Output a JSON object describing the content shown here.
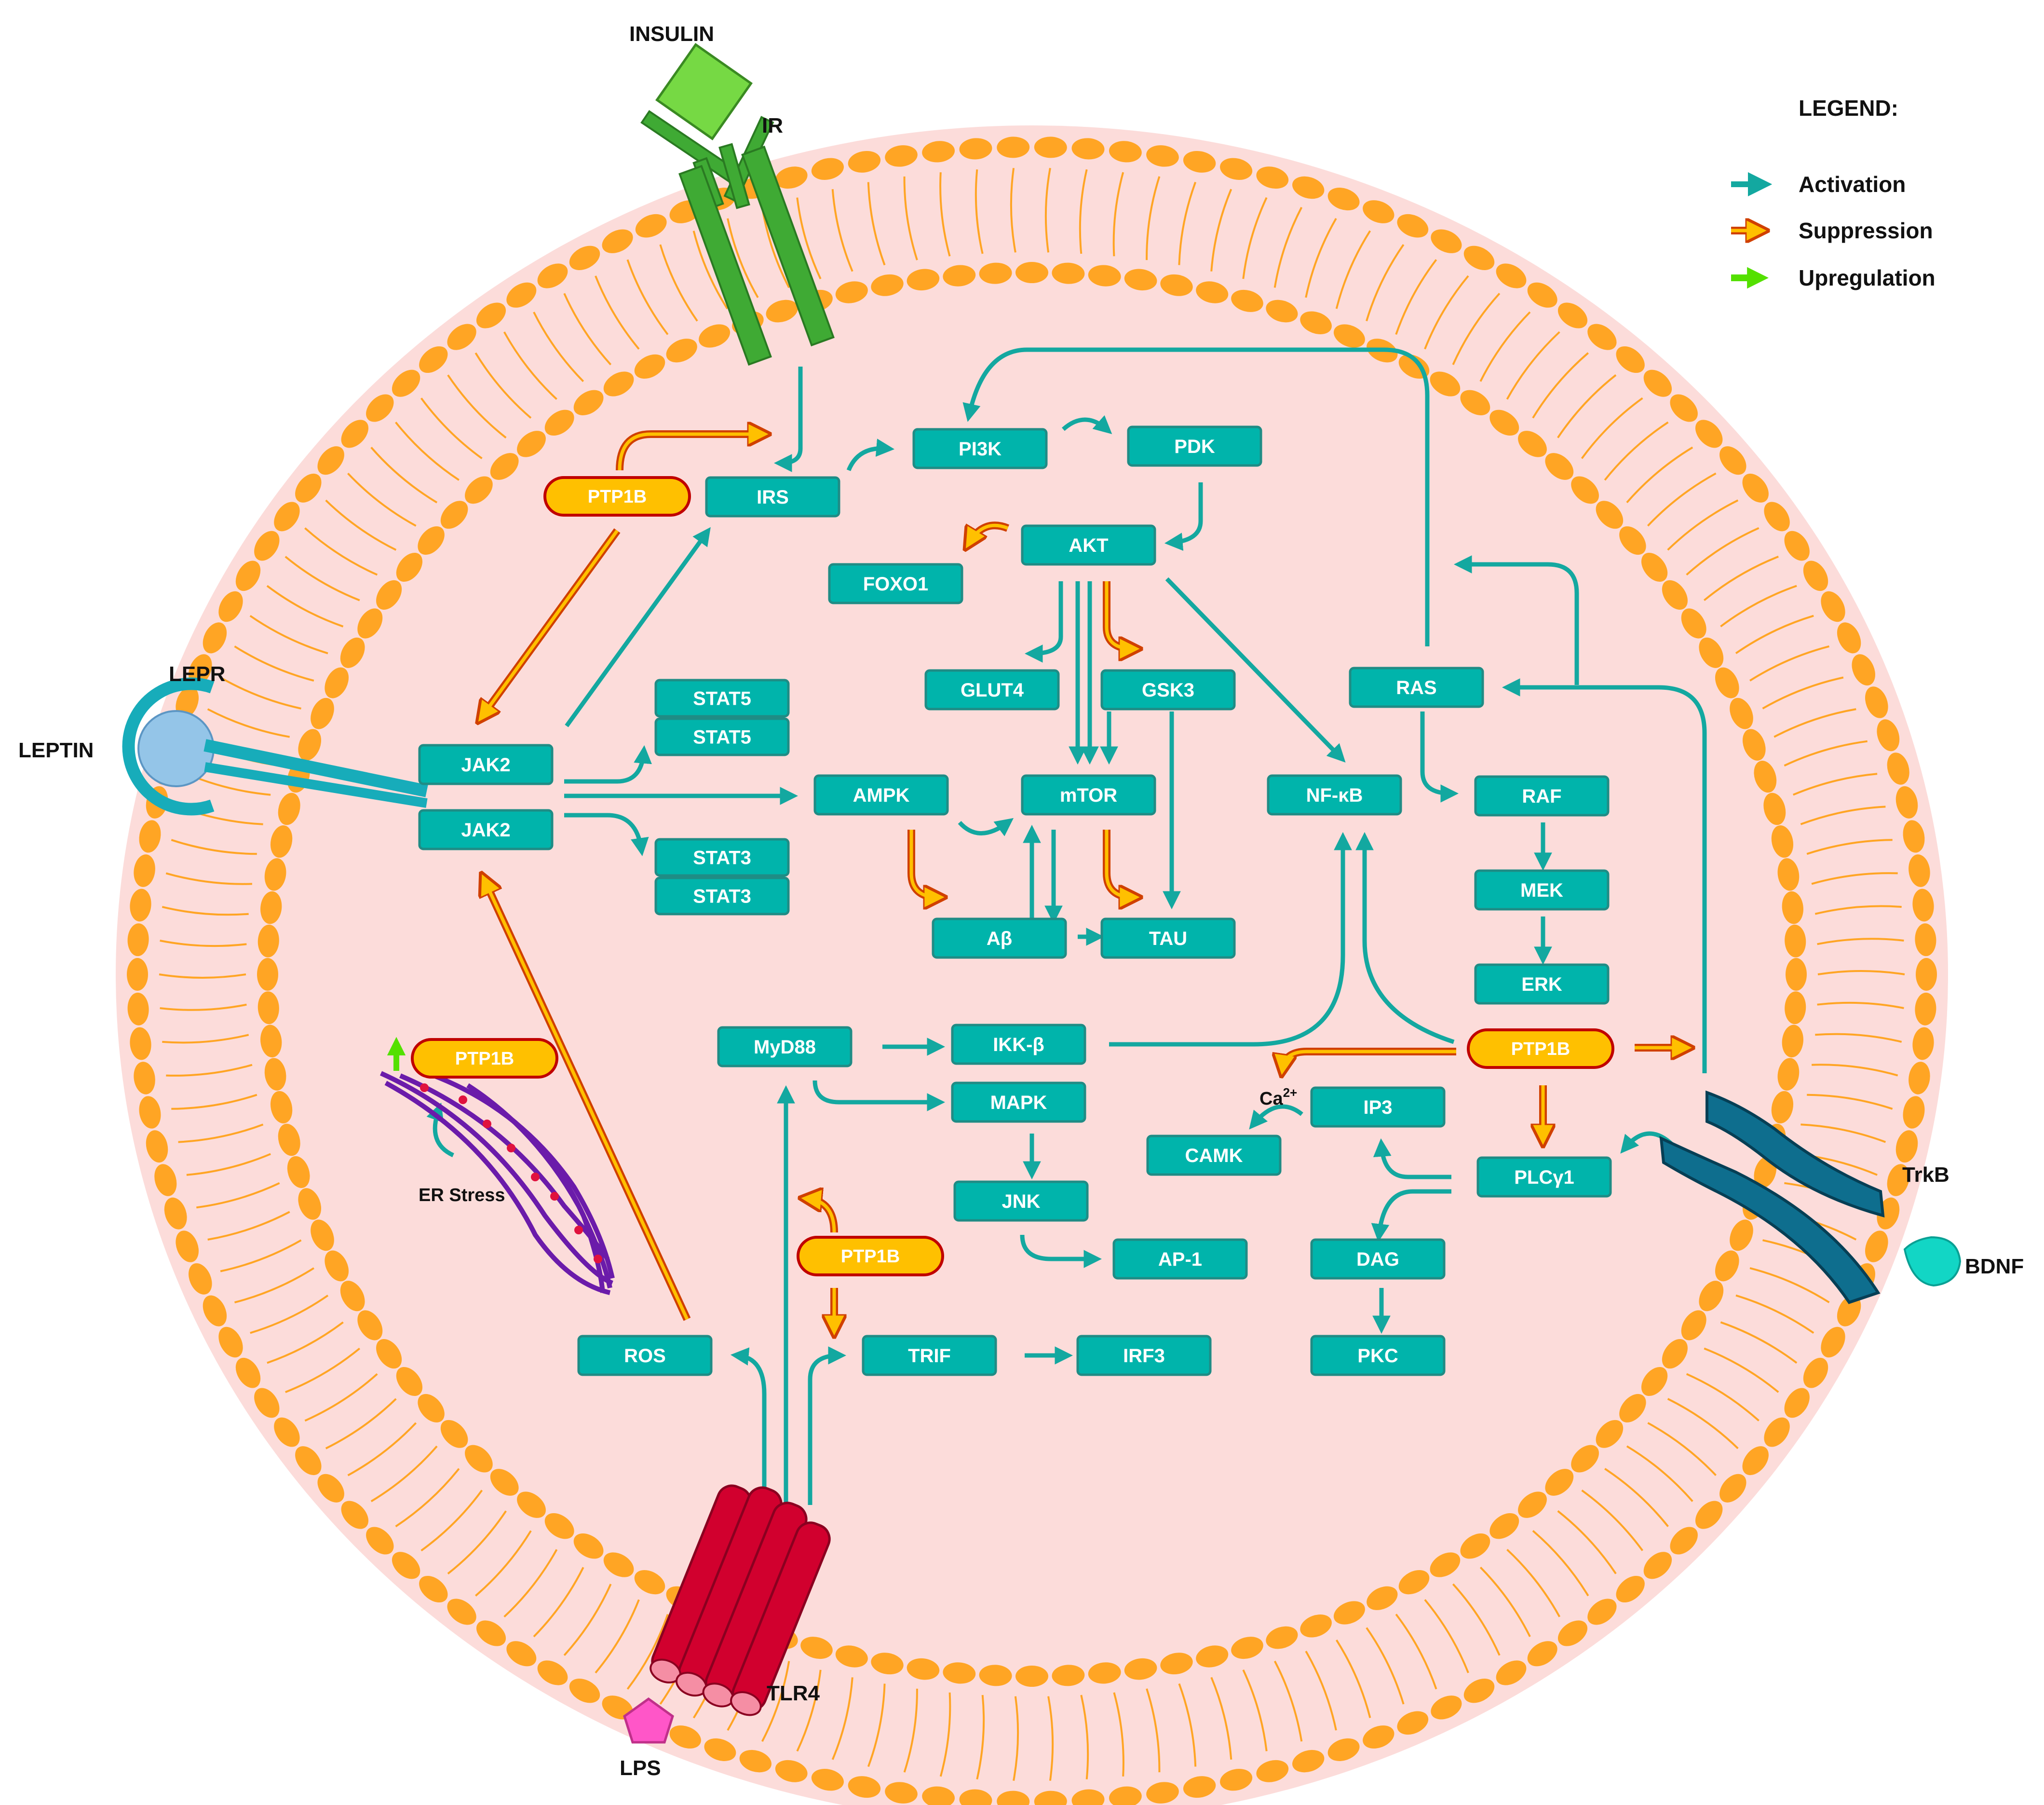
{
  "colors": {
    "node_fill": "#00B4AB",
    "node_stroke": "#1F8C85",
    "ptp_fill": "#FFC000",
    "ptp_stroke": "#C00000",
    "cytoplasm": "#FCDCDA",
    "lipid_head": "#FFA524",
    "activation": "#13A8A0",
    "suppression_fill": "#FFC000",
    "suppression_stroke": "#D04000",
    "upregulation": "#54E000",
    "insulin_receptor": "#3FAA34",
    "insulin": "#76D944",
    "tlr4": "#D1002E",
    "lps": "#FF56C8",
    "trkb": "#085C7A",
    "bdnf": "#12D6C5",
    "leptin": "#94C5E8",
    "lepr": "#17ACBA",
    "er": "#6B1BAA"
  },
  "legend": {
    "title": "LEGEND:",
    "activation": "Activation",
    "suppression": "Suppression",
    "upregulation": "Upregulation"
  },
  "receptors": {
    "insulin": "INSULIN",
    "ir": "IR",
    "lepr": "LEPR",
    "leptin": "LEPTIN",
    "tlr4": "TLR4",
    "lps": "LPS",
    "trkb": "TrkB",
    "bdnf": "BDNF"
  },
  "annotations": {
    "er_stress": "ER Stress",
    "calcium": "Ca",
    "calcium_sup": "2+"
  },
  "nodes": {
    "irs": "IRS",
    "pi3k": "PI3K",
    "pdk": "PDK",
    "akt": "AKT",
    "foxo1": "FOXO1",
    "glut4": "GLUT4",
    "gsk3": "GSK3",
    "stat5_a": "STAT5",
    "stat5_b": "STAT5",
    "jak2_a": "JAK2",
    "jak2_b": "JAK2",
    "stat3_a": "STAT3",
    "stat3_b": "STAT3",
    "ampk": "AMPK",
    "mtor": "mTOR",
    "abeta": "Aβ",
    "tau": "TAU",
    "nfkb": "NF-κB",
    "ras": "RAS",
    "raf": "RAF",
    "mek": "MEK",
    "erk": "ERK",
    "myd88": "MyD88",
    "ikkb": "IKK-β",
    "mapk": "MAPK",
    "jnk": "JNK",
    "ap1": "AP-1",
    "trif": "TRIF",
    "irf3": "IRF3",
    "ros": "ROS",
    "ip3": "IP3",
    "camk": "CAMK",
    "plcg1": "PLCγ1",
    "dag": "DAG",
    "pkc": "PKC"
  },
  "ptp1b": {
    "top": "PTP1B",
    "er": "PTP1B",
    "tlr": "PTP1B",
    "right": "PTP1B"
  }
}
